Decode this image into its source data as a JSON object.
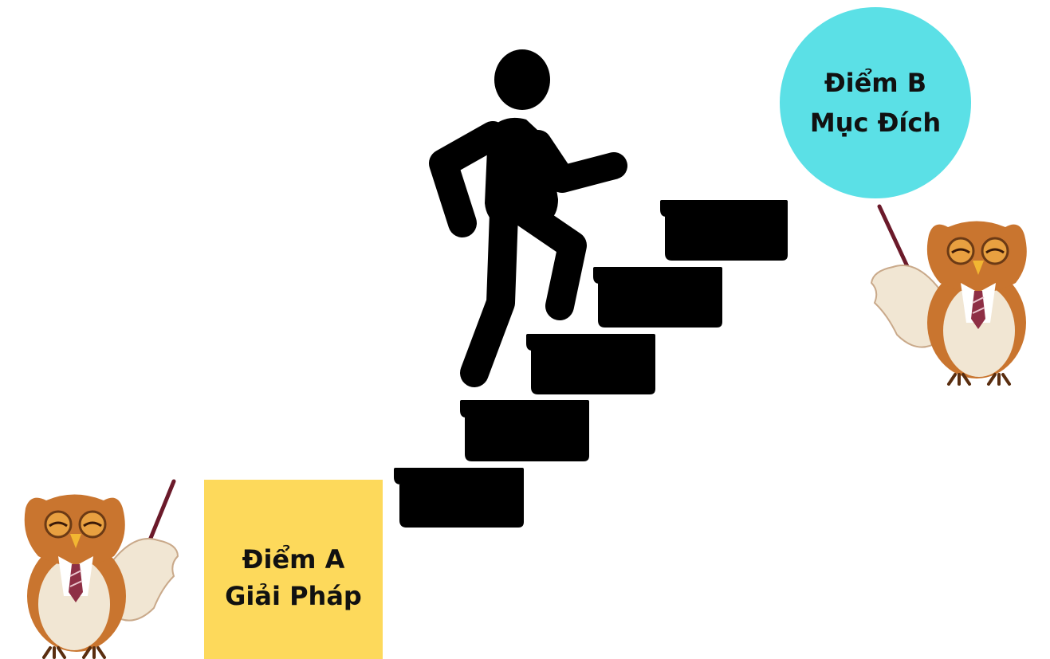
{
  "colors": {
    "background": "#ffffff",
    "point_a_box": "#fdd95b",
    "point_b_circle": "#5be0e6",
    "stairs_and_figure": "#000000",
    "owl_body": "#c9752f",
    "owl_belly": "#f1e6d3",
    "owl_tie": "#8e2f45",
    "owl_pointer": "#6b1a2a"
  },
  "point_a": {
    "line1": "Điểm A",
    "line2": "Giải Pháp"
  },
  "point_b": {
    "line1": "Điểm B",
    "line2": "Mục Đích"
  },
  "icons": {
    "climber": "person-climbing-stairs-icon",
    "stairs": "staircase-icon",
    "owl": "teacher-owl-icon"
  }
}
